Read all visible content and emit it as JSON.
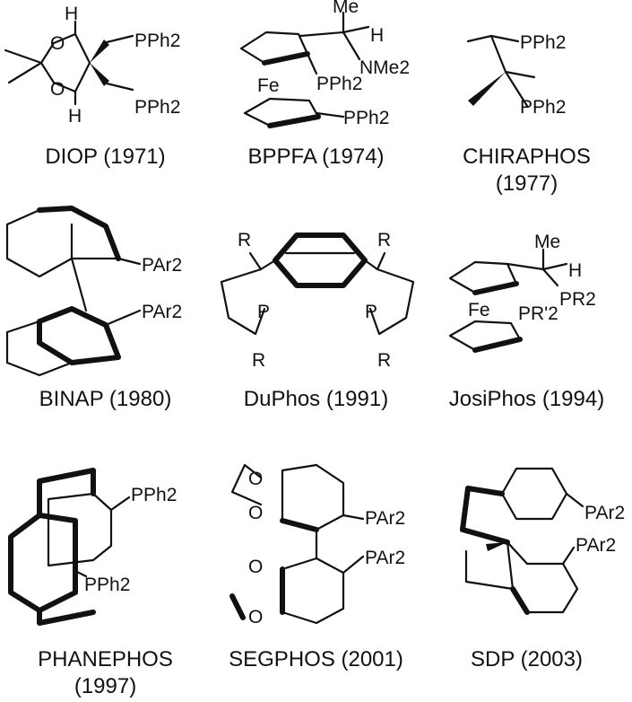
{
  "ligands": [
    {
      "name": "DIOP (1971)",
      "name2": "",
      "atoms": {
        "h1": "H",
        "h2": "H",
        "o1": "O",
        "o2": "O",
        "p1": "PPh2",
        "p2": "PPh2"
      }
    },
    {
      "name": "BPPFA (1974)",
      "name2": "",
      "atoms": {
        "me": "Me",
        "h": "H",
        "n": "NMe2",
        "fe": "Fe",
        "p1": "PPh2",
        "p2": "PPh2"
      }
    },
    {
      "name": "CHIRAPHOS",
      "name2": "(1977)",
      "atoms": {
        "p1": "PPh2",
        "p2": "PPh2"
      }
    },
    {
      "name": "BINAP (1980)",
      "name2": "",
      "atoms": {
        "p1": "PAr2",
        "p2": "PAr2"
      }
    },
    {
      "name": "DuPhos (1991)",
      "name2": "",
      "atoms": {
        "r1": "R",
        "r2": "R",
        "r3": "R",
        "r4": "R",
        "p1": "P",
        "p2": "P"
      }
    },
    {
      "name": "JosiPhos (1994)",
      "name2": "",
      "atoms": {
        "me": "Me",
        "h": "H",
        "p1": "PR2",
        "p2": "PR'2",
        "fe": "Fe"
      }
    },
    {
      "name": "PHANEPHOS",
      "name2": "(1997)",
      "atoms": {
        "p1": "PPh2",
        "p2": "PPh2"
      }
    },
    {
      "name": "SEGPHOS (2001)",
      "name2": "",
      "atoms": {
        "o1": "O",
        "o2": "O",
        "o3": "O",
        "o4": "O",
        "p1": "PAr2",
        "p2": "PAr2"
      }
    },
    {
      "name": "SDP (2003)",
      "name2": "",
      "atoms": {
        "p1": "PAr2",
        "p2": "PAr2"
      }
    }
  ]
}
